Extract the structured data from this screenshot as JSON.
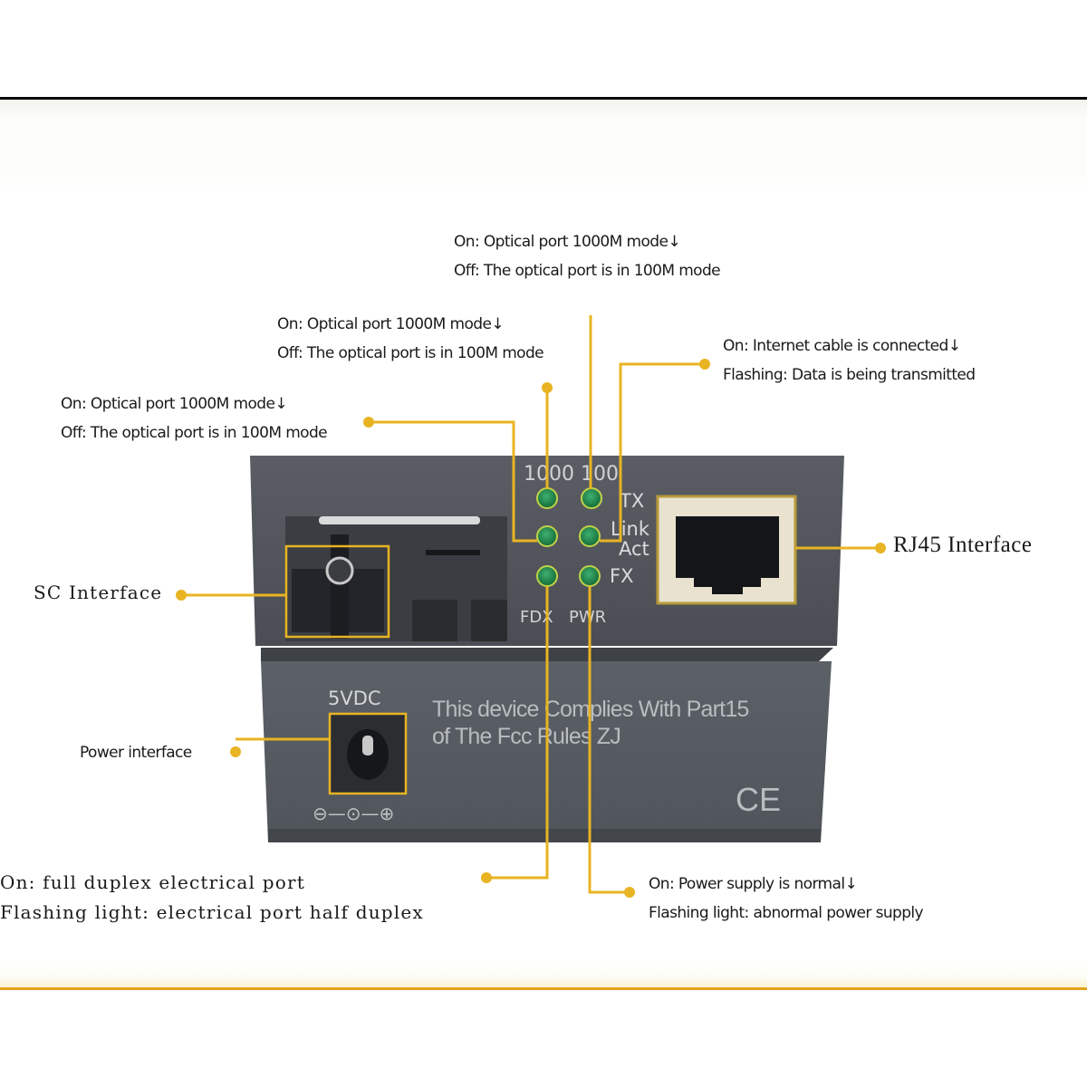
{
  "colors": {
    "callout_line": "#e8b423",
    "case_dark": "#4d5157",
    "case_mid": "#5f646b",
    "led_green": "#1f8a4a",
    "label_text": "#1a1a1a",
    "bottom_rule": "#e2a21a"
  },
  "device": {
    "led_header": [
      "1000",
      "100"
    ],
    "led_side_labels": [
      "TX",
      "Link",
      "Act",
      "FX"
    ],
    "led_bottom_labels": [
      "FDX",
      "PWR"
    ],
    "power_label": "5VDC",
    "compliance_line1": "This device Complies With Part15",
    "compliance_line2": "of The Fcc Rules ZJ",
    "ce_mark": "CE",
    "polarity_symbol": "⊖—⊙—⊕"
  },
  "callouts": {
    "top_center": {
      "line1": "On: Optical port 1000M mode↓",
      "line2": "Off: The optical port is in 100M mode"
    },
    "upper_middle": {
      "line1": "On: Optical port 1000M mode↓",
      "line2": "Off: The optical port is in 100M mode"
    },
    "upper_left": {
      "line1": "On: Optical port 1000M mode↓",
      "line2": "Off: The optical port is in 100M mode"
    },
    "link_act": {
      "line1": "On: Internet cable is connected↓",
      "line2": "Flashing: Data is being transmitted"
    },
    "rj45": {
      "label": "RJ45 Interface"
    },
    "sc": {
      "label": "SC Interface"
    },
    "power": {
      "label": "Power interface"
    },
    "fdx": {
      "line1": "On: full duplex electrical port",
      "line2": "Flashing light: electrical port half duplex"
    },
    "pwr": {
      "line1": "On: Power supply is normal↓",
      "line2": "Flashing light: abnormal power supply"
    }
  }
}
